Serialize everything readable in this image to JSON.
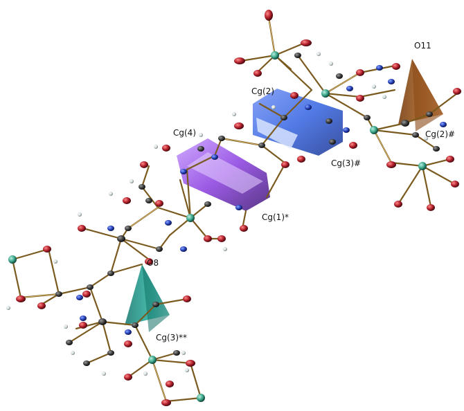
{
  "labels": {
    "cg2_top": "Cg(2)",
    "o11": "O11",
    "cg4": "Cg(4)",
    "cg3_hash": "Cg(3)#",
    "cg2_hash": "Cg(2)#",
    "cg1_star": "Cg(1)*",
    "o8": "O8",
    "cg3_star": "Cg(3)**"
  },
  "colors": {
    "oxygen": "#b01e2a",
    "nitrogen": "#2440b8",
    "carbon": "#3b3b3b",
    "metal": "#3aa58a",
    "hydrogen": "#c9d3d3",
    "bond": "#7a5a1e",
    "polyhedron_orange": "#b06a2a",
    "polyhedron_teal": "#2bb3a3",
    "centroid_blue": "#2c5de0",
    "centroid_violet": "#8a3ee0"
  }
}
